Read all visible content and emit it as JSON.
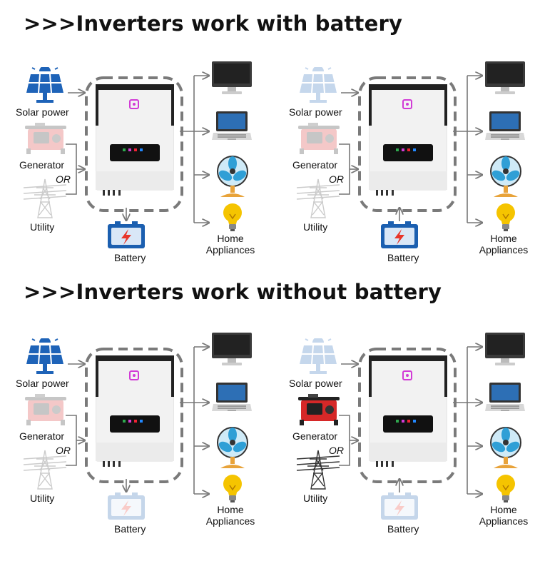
{
  "headings": {
    "with_battery": ">>>Inverters work with battery",
    "without_battery": ">>>Inverters work without battery"
  },
  "labels": {
    "solar": "Solar power",
    "generator": "Generator",
    "or": "OR",
    "utility": "Utility",
    "battery": "Battery",
    "home_line1": "Home",
    "home_line2": "Appliances"
  },
  "panels": [
    {
      "id": "with-battery-solar",
      "active_sources": [
        "solar"
      ],
      "battery_active": true,
      "battery_flow": "charge"
    },
    {
      "id": "with-battery-discharge",
      "active_sources": [],
      "battery_active": true,
      "battery_flow": "discharge"
    },
    {
      "id": "without-battery-solar",
      "active_sources": [
        "solar"
      ],
      "battery_active": false,
      "battery_flow": "charge"
    },
    {
      "id": "without-battery-generator",
      "active_sources": [
        "generator",
        "utility"
      ],
      "battery_active": false,
      "battery_flow": "discharge"
    }
  ],
  "colors": {
    "wire": "#777777",
    "dash": "#7a7a7a",
    "solar_blue": "#1e63b8",
    "battery_blue": "#1b5fb0",
    "bolt_red": "#e8352a",
    "generator_red": "#d62828",
    "fan_blue": "#2f9fd6",
    "fan_base": "#e8a33a",
    "bulb_yellow": "#f5c400",
    "inverter_accent": "#d23bd6"
  },
  "icons": [
    "solar-panel-icon",
    "generator-icon",
    "utility-tower-icon",
    "inverter-icon",
    "battery-icon",
    "monitor-icon",
    "laptop-icon",
    "fan-icon",
    "light-bulb-icon"
  ]
}
